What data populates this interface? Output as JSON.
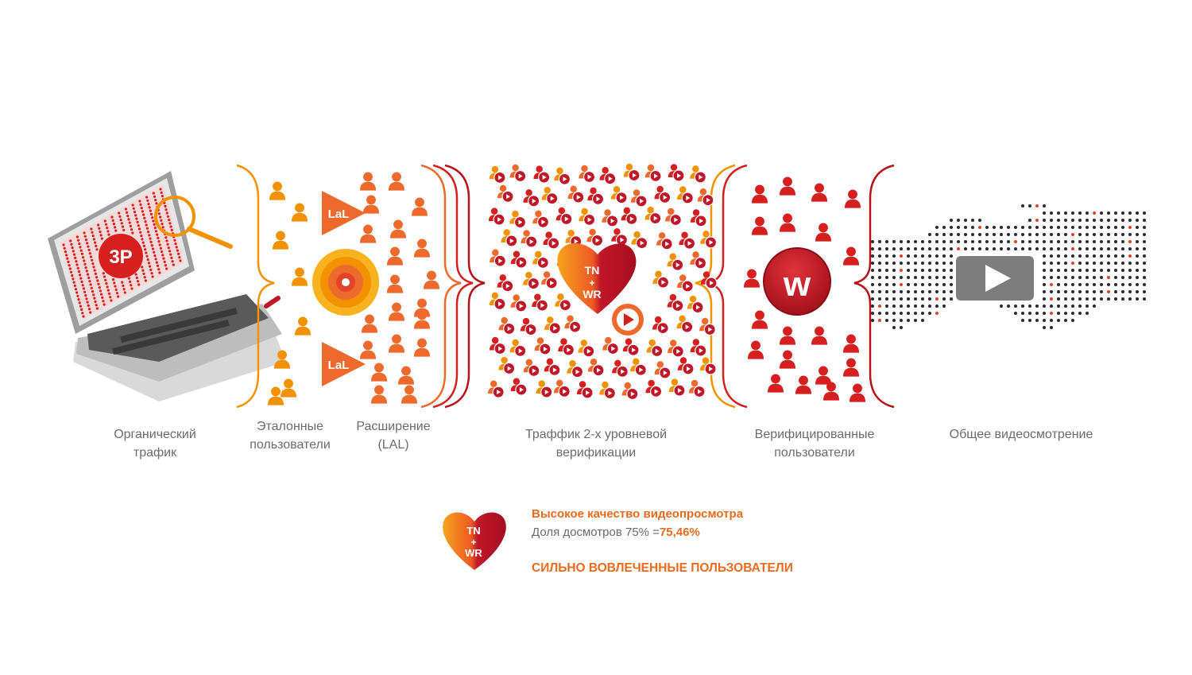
{
  "stages": [
    {
      "id": "organic",
      "lines": [
        "Органический",
        "трафик"
      ]
    },
    {
      "id": "reference",
      "lines": [
        "Эталонные",
        "пользователи"
      ]
    },
    {
      "id": "expansion",
      "lines": [
        "Расширение",
        "(LAL)"
      ]
    },
    {
      "id": "verification",
      "lines": [
        "Траффик 2-х уровневой",
        "верификации"
      ]
    },
    {
      "id": "verified",
      "lines": [
        "Верифицированные",
        "пользователи"
      ]
    },
    {
      "id": "video",
      "lines": [
        "Общее видеосмотрение"
      ]
    }
  ],
  "logos": {
    "laptop_badge": "3P",
    "lal_top": "LaL",
    "lal_bottom": "LaL",
    "heart_top": "TN",
    "heart_plus": "+",
    "heart_bottom": "WR",
    "w_logo": "w"
  },
  "legend": {
    "title": "Высокое качество видеопросмотра",
    "share_prefix": "Доля досмотров 75% =",
    "share_value": "75,46%",
    "engaged": "СИЛЬНО ВОВЛЕЧЕННЫЕ ПОЛЬЗОВАТЕЛИ",
    "heart_top": "TN",
    "heart_plus": "+",
    "heart_bottom": "WR"
  },
  "colors": {
    "orange": "#f39200",
    "orange_red": "#ee6a2c",
    "red": "#d61f1f",
    "dark_red": "#b5121b",
    "grey_text": "#6b6b6b",
    "video_grey": "#7d7d7d"
  },
  "icons": [
    "search-icon",
    "play-icon",
    "user-icon",
    "heart-icon",
    "target-icon"
  ]
}
